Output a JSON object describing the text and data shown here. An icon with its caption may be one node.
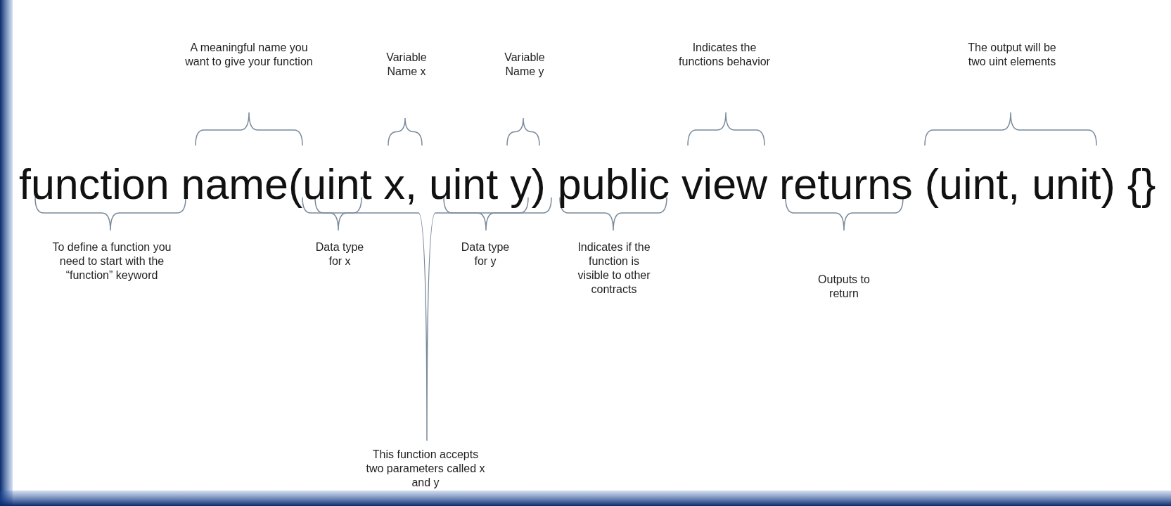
{
  "diagram": {
    "labels": [
      "A meaningful name you want to give your function",
      "Variable Name x",
      "Variable Name y",
      "Indicates the functions behavior",
      "The output will be two uint elements",
      "function name(uint x, uint y) public view returns (uint, unit) {}",
      "To define a function you need to start with the “function” keyword",
      "Data type for x",
      "Data type for y",
      "Indicates if the function is visible to other contracts",
      "Outputs to return",
      "This function accepts two parameters called x and y"
    ]
  }
}
